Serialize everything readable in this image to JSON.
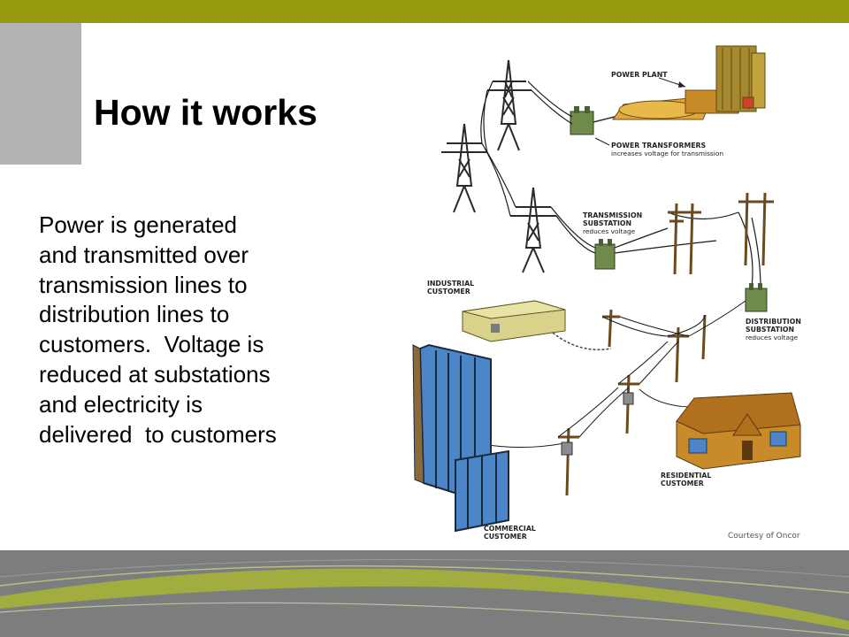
{
  "slide": {
    "title": "How it works",
    "body_lines": [
      "Power is generated",
      "and transmitted over",
      "transmission lines to",
      "distribution lines to",
      "customers.  Voltage is",
      "reduced at substations",
      "and electricity is",
      "delivered  to customers"
    ]
  },
  "diagram": {
    "labels": {
      "power_plant": "POWER PLANT",
      "power_transformers": "POWER TRANSFORMERS",
      "power_transformers_sub": "increases voltage for transmission",
      "transmission_substation_1": "TRANSMISSION",
      "transmission_substation_2": "SUBSTATION",
      "transmission_substation_sub": "reduces voltage",
      "industrial_1": "INDUSTRIAL",
      "industrial_2": "CUSTOMER",
      "distribution_substation_1": "DISTRIBUTION",
      "distribution_substation_2": "SUBSTATION",
      "distribution_substation_sub": "reduces voltage",
      "residential_1": "RESIDENTIAL",
      "residential_2": "CUSTOMER",
      "commercial_1": "COMMERCIAL",
      "commercial_2": "CUSTOMER"
    },
    "credit": "Courtesy of Oncor"
  },
  "colors": {
    "accent_bar": "#959a0f",
    "side_block": "#b3b3b3",
    "footer": "#7c7d7d",
    "footer_swoosh": "#a6b33a"
  }
}
